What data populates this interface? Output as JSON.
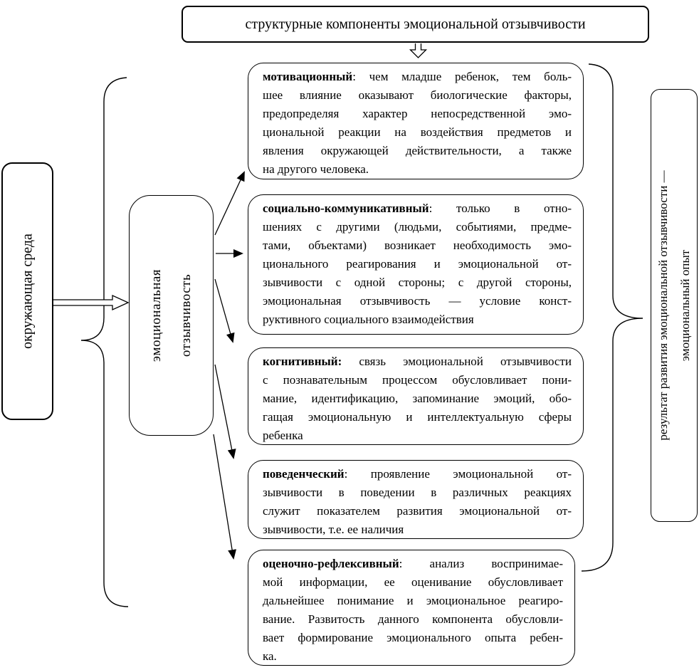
{
  "title": "структурные компоненты эмоциональной отзывчивости",
  "environment_box": {
    "label": "окружающая среда"
  },
  "central_box": {
    "line1": "эмоциональная",
    "line2": "отзывчивость"
  },
  "result_box": {
    "line1": "результат развития эмоциональной отзывчивости —",
    "line2": "эмоциональный опыт"
  },
  "components": [
    {
      "id": "motivational",
      "term": "мотивационный",
      "lines": [
        ": чем младше ребенок, тем боль-",
        "шее влияние оказывают биологические факторы,",
        "предопределяя характер непосредственной эмо-",
        "циональной реакции на воздействия предметов и",
        "явления окружающей действительности, а также",
        "на другого человека."
      ]
    },
    {
      "id": "social-communicative",
      "term": "социально-коммуникативный",
      "lines": [
        ": только в отно-",
        "шениях с другими (людьми, событиями, предме-",
        "тами, объектами) возникает необходимость эмо-",
        "ционального реагирования и эмоциональной от-",
        "зывчивости с одной стороны; с другой стороны,",
        "эмоциональная отзывчивость — условие конст-",
        "руктивного социального взаимодействия"
      ]
    },
    {
      "id": "cognitive",
      "term": "когнитивный:",
      "lines": [
        " связь эмоциональной отзывчивости",
        "с познавательным процессом обусловливает пони-",
        "мание, идентификацию, запоминание эмоций, обо-",
        "гащая эмоциональную и интеллектуальную сферы",
        "ребенка"
      ]
    },
    {
      "id": "behavioral",
      "term": "поведенческий",
      "lines": [
        ": проявление эмоциональной от-",
        "зывчивости в поведении в различных реакциях",
        "служит показателем развития эмоциональной от-",
        "зывчивости, т.е. ее наличия"
      ]
    },
    {
      "id": "evaluative-reflexive",
      "term": "оценочно-рефлексивный",
      "lines": [
        ": анализ воспринимае-",
        "мой информации, ее оценивание обусловливает",
        "дальнейшее понимание и эмоциональное реагиро-",
        "вание. Развитость данного компонента обусловли-",
        "вает формирование эмоционального опыта ребен-",
        "ка."
      ]
    }
  ],
  "colors": {
    "ink": "#000000",
    "paper": "#ffffff"
  }
}
